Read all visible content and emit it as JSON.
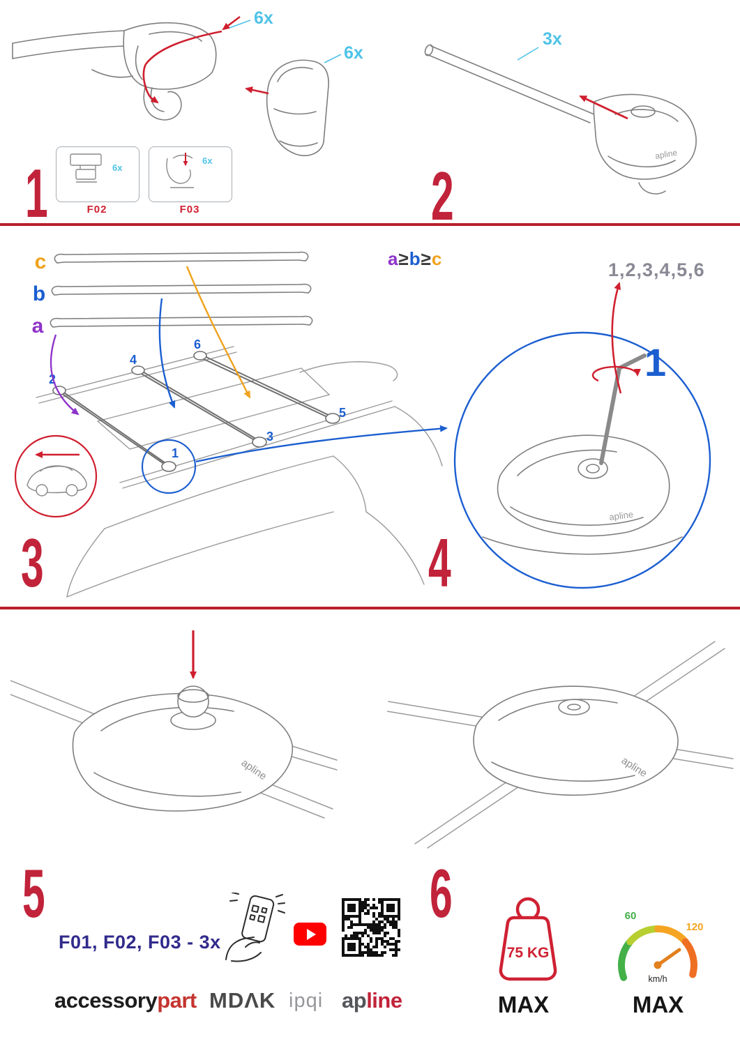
{
  "colors": {
    "step_number_red": "#c1233a",
    "arrow_red": "#cf1f2e",
    "divider_red": "#b8202c",
    "qty_cyan": "#4fc3e8",
    "marker_blue": "#1b5ed0",
    "label_purple": "#8e33c9",
    "label_orange": "#f0a21c",
    "sequence_gray": "#8a8a96",
    "parts_navy": "#312b8c",
    "brand_red": "#c1233a",
    "youtube_red": "#ff0000",
    "gauge_green": "#43b048",
    "gauge_yellow": "#b8cf31",
    "gauge_orange": "#f5a423",
    "gauge_deep_orange": "#ee6f23"
  },
  "step1": {
    "number": "1",
    "qty_cover_top": "6x",
    "qty_cover_side": "6x",
    "box_f02": {
      "caption": "F02",
      "qty": "6x"
    },
    "box_f03": {
      "caption": "F03",
      "qty": "6x"
    }
  },
  "step2": {
    "number": "2",
    "qty": "3x",
    "brand_on_part": "apline"
  },
  "step3": {
    "number": "3",
    "bar_a": "a",
    "bar_b": "b",
    "bar_c": "c",
    "rule_a": "a",
    "rule_ge1": "≥",
    "rule_b": "b",
    "rule_ge2": "≥",
    "rule_c": "c",
    "pos1": "1",
    "pos2": "2",
    "pos3": "3",
    "pos4": "4",
    "pos5": "5",
    "pos6": "6"
  },
  "step4": {
    "number": "4",
    "sequence": "1,2,3,4,5,6",
    "first_position": "1",
    "brand_on_part": "apline"
  },
  "step5": {
    "number": "5",
    "brand_on_part": "apline"
  },
  "step6": {
    "number": "6",
    "brand_on_part": "apline"
  },
  "footer": {
    "parts_line": "F01, F02, F03 - 3x",
    "brand_accessory": "accessory",
    "brand_accessory_part": "part",
    "brand_mdak": "MDΛK",
    "brand_ipqi": "ipqi",
    "brand_apline_ap": "ap",
    "brand_apline_line": "line",
    "weight_value": "75 KG",
    "weight_max_label": "MAX",
    "speed_min": "60",
    "speed_max": "120",
    "speed_unit": "km/h",
    "speed_max_label": "MAX"
  }
}
